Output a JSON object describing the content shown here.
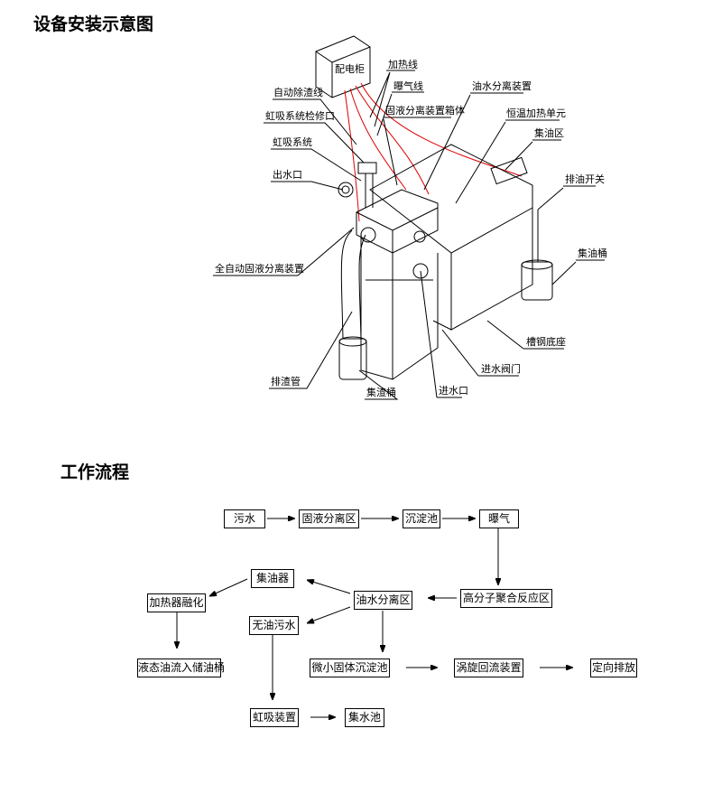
{
  "titles": {
    "install": "设备安装示意图",
    "flow": "工作流程"
  },
  "diagram": {
    "labels": {
      "cabinet": "配电柜",
      "heat_wire": "加热线",
      "aeration_wire": "曝气线",
      "auto_slag_wire": "自动除渣线",
      "sep_box": "固液分离装置箱体",
      "oil_water_sep": "油水分离装置",
      "thermo_unit": "恒温加热单元",
      "siphon_access": "虹吸系统检修口",
      "oil_zone": "集油区",
      "siphon": "虹吸系统",
      "outlet": "出水口",
      "oil_switch": "排油开关",
      "auto_sep": "全自动固液分离装置",
      "oil_bucket": "集油桶",
      "steel_base": "槽钢底座",
      "slag_pipe": "排渣管",
      "inlet_valve": "进水阀门",
      "slag_bucket": "集渣桶",
      "inlet": "进水口"
    }
  },
  "flow": {
    "nodes": {
      "sewage": "污水",
      "solid_liquid": "固液分离区",
      "sedimentation": "沉淀池",
      "aeration": "曝气",
      "polymer": "高分子聚合反应区",
      "oil_water": "油水分离区",
      "oil_collector": "集油器",
      "heater": "加热器融化",
      "oil_free": "无油污水",
      "liquid_oil": "液态油流入储油桶",
      "micro_solid": "微小固体沉淀池",
      "vortex": "涡旋回流装置",
      "discharge": "定向排放",
      "siphon_dev": "虹吸装置",
      "sump": "集水池"
    }
  }
}
